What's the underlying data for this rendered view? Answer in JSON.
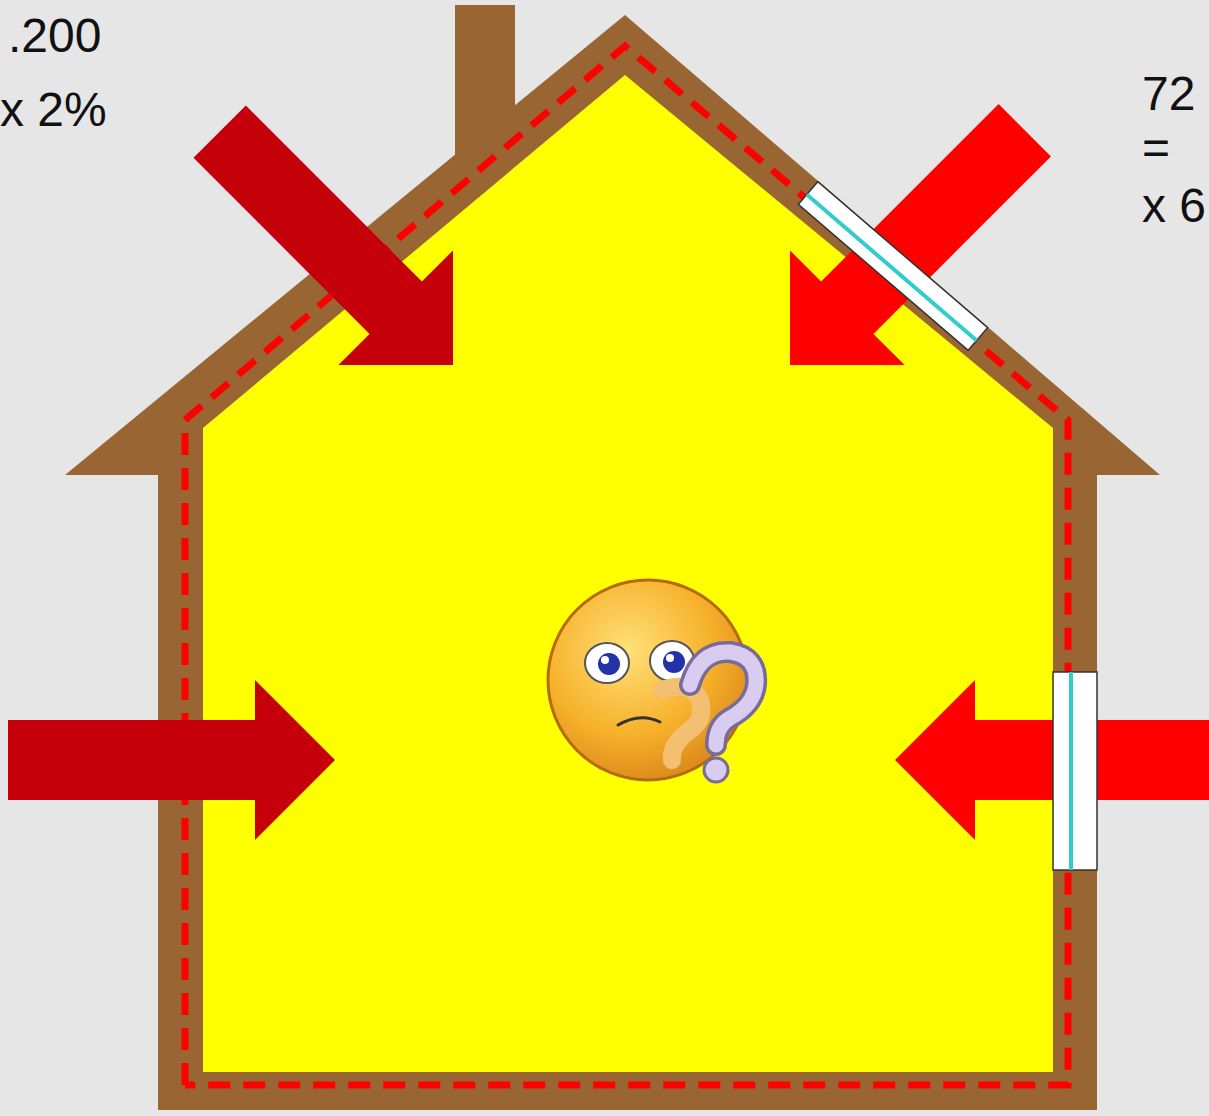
{
  "diagram": {
    "labels": [
      ".200",
      "x 2%",
      "72",
      "=",
      "x 6"
    ]
  }
}
